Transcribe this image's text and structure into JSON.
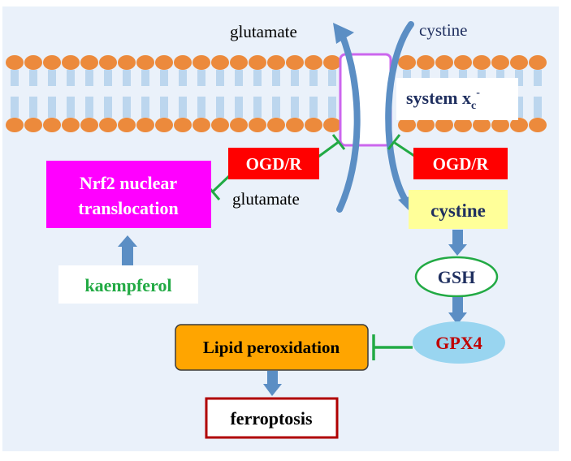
{
  "labels": {
    "glutamate_top": "glutamate",
    "cystine_top": "cystine",
    "glutamate_bottom": "glutamate",
    "system_xc_main": "system x",
    "system_xc_sub": "c",
    "system_xc_sup": "-",
    "ogdr_left": "OGD/R",
    "ogdr_right": "OGD/R",
    "nrf2_line1": "Nrf2 nuclear",
    "nrf2_line2": "translocation",
    "kaempferol": "kaempferol",
    "cystine_box": "cystine",
    "gsh": "GSH",
    "gpx4": "GPX4",
    "lipid_peroxidation": "Lipid peroxidation",
    "ferroptosis": "ferroptosis"
  },
  "colors": {
    "background_panel": "#eaf1fa",
    "membrane_head": "#ec8a3c",
    "membrane_tail": "#bcd6ee",
    "transporter_border": "#cc66ee",
    "arrow_blue": "#5b8ec4",
    "inhibit_green": "#22aa44",
    "ogdr_fill": "#ff0000",
    "nrf2_fill": "#ff00ff",
    "cystine_fill": "#ffff99",
    "gsh_border": "#22aa44",
    "gpx4_fill": "#99d5f0",
    "gpx4_text": "#c00000",
    "lipid_fill": "#ffa500",
    "ferroptosis_border": "#b00000",
    "kaempferol_text": "#22aa44",
    "navy_text": "#1f2f5f"
  }
}
